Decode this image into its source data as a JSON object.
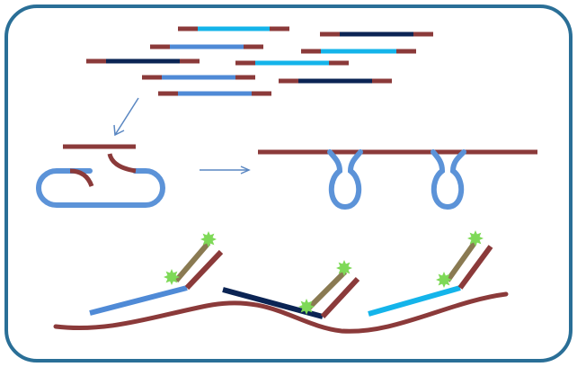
{
  "colors": {
    "frame": "#2a6f97",
    "adapter": "#8b3a3a",
    "strand_navy": "#0b2454",
    "strand_medium": "#4f8ad6",
    "strand_cyan": "#14b4ea",
    "loop_blue": "#5c93d8",
    "arrow": "#5a87c2",
    "probe_olive": "#8a7a52",
    "star_green": "#7ed957",
    "genome": "#8b3a3a"
  },
  "icons": {
    "label_marker": "star-burst"
  },
  "stages": [
    "fragmented-library",
    "adapter-circularization",
    "amplified-concatemer",
    "probe-capture-on-genome"
  ]
}
